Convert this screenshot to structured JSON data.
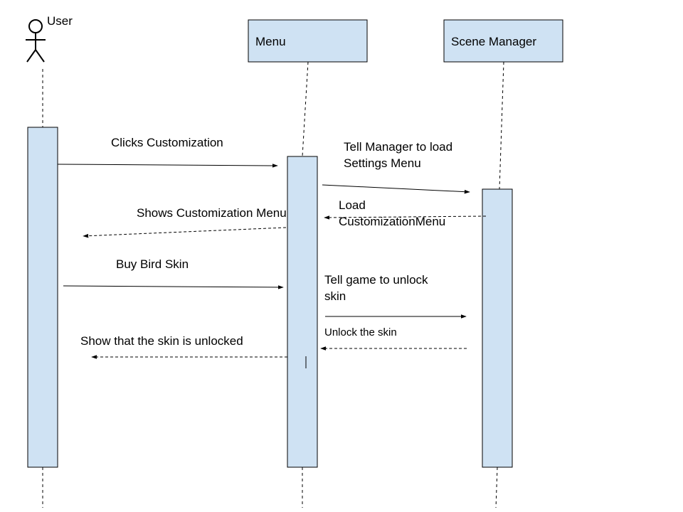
{
  "participants": {
    "user": {
      "label": "User"
    },
    "menu": {
      "label": "Menu"
    },
    "scene_manager": {
      "label": "Scene Manager"
    }
  },
  "messages": {
    "m1": {
      "lines": [
        "Clicks Customization"
      ]
    },
    "m2": {
      "lines": [
        "Tell Manager to load",
        "Settings Menu"
      ]
    },
    "m3": {
      "lines": [
        "Load",
        "CustomizationMenu"
      ]
    },
    "m4": {
      "lines": [
        "Shows Customization Menu"
      ]
    },
    "m5": {
      "lines": [
        "Buy Bird Skin"
      ]
    },
    "m6": {
      "lines": [
        "Tell game to unlock",
        "skin"
      ]
    },
    "m7": {
      "lines": [
        "Unlock the skin"
      ]
    },
    "m8": {
      "lines": [
        "Show that the skin is unlocked"
      ]
    }
  },
  "colors": {
    "participant_fill": "#cfe2f3",
    "activation_fill": "#cfe2f3",
    "stroke": "#000000",
    "background": "#ffffff"
  }
}
